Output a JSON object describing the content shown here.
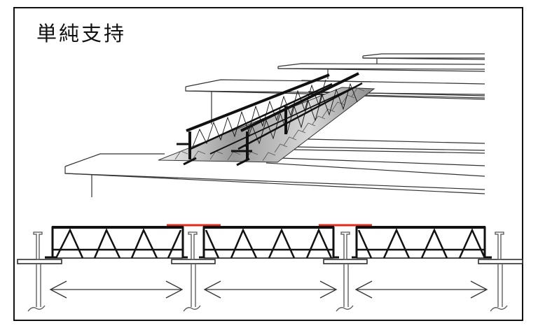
{
  "title": "単純支持",
  "colors": {
    "frame": "#111111",
    "truss": "#111111",
    "support": "#555555",
    "joint_plate": "#e02a1a",
    "deck_shade_dark": "#8a8a8a",
    "deck_shade_light": "#f4f4f4"
  },
  "perspective_view": {
    "beams": 4,
    "trusses": 2
  },
  "section_view": {
    "spans": 3,
    "supports": 4,
    "joint_plates": 2,
    "dimension_arrows": 3,
    "panels_per_span": 4
  }
}
